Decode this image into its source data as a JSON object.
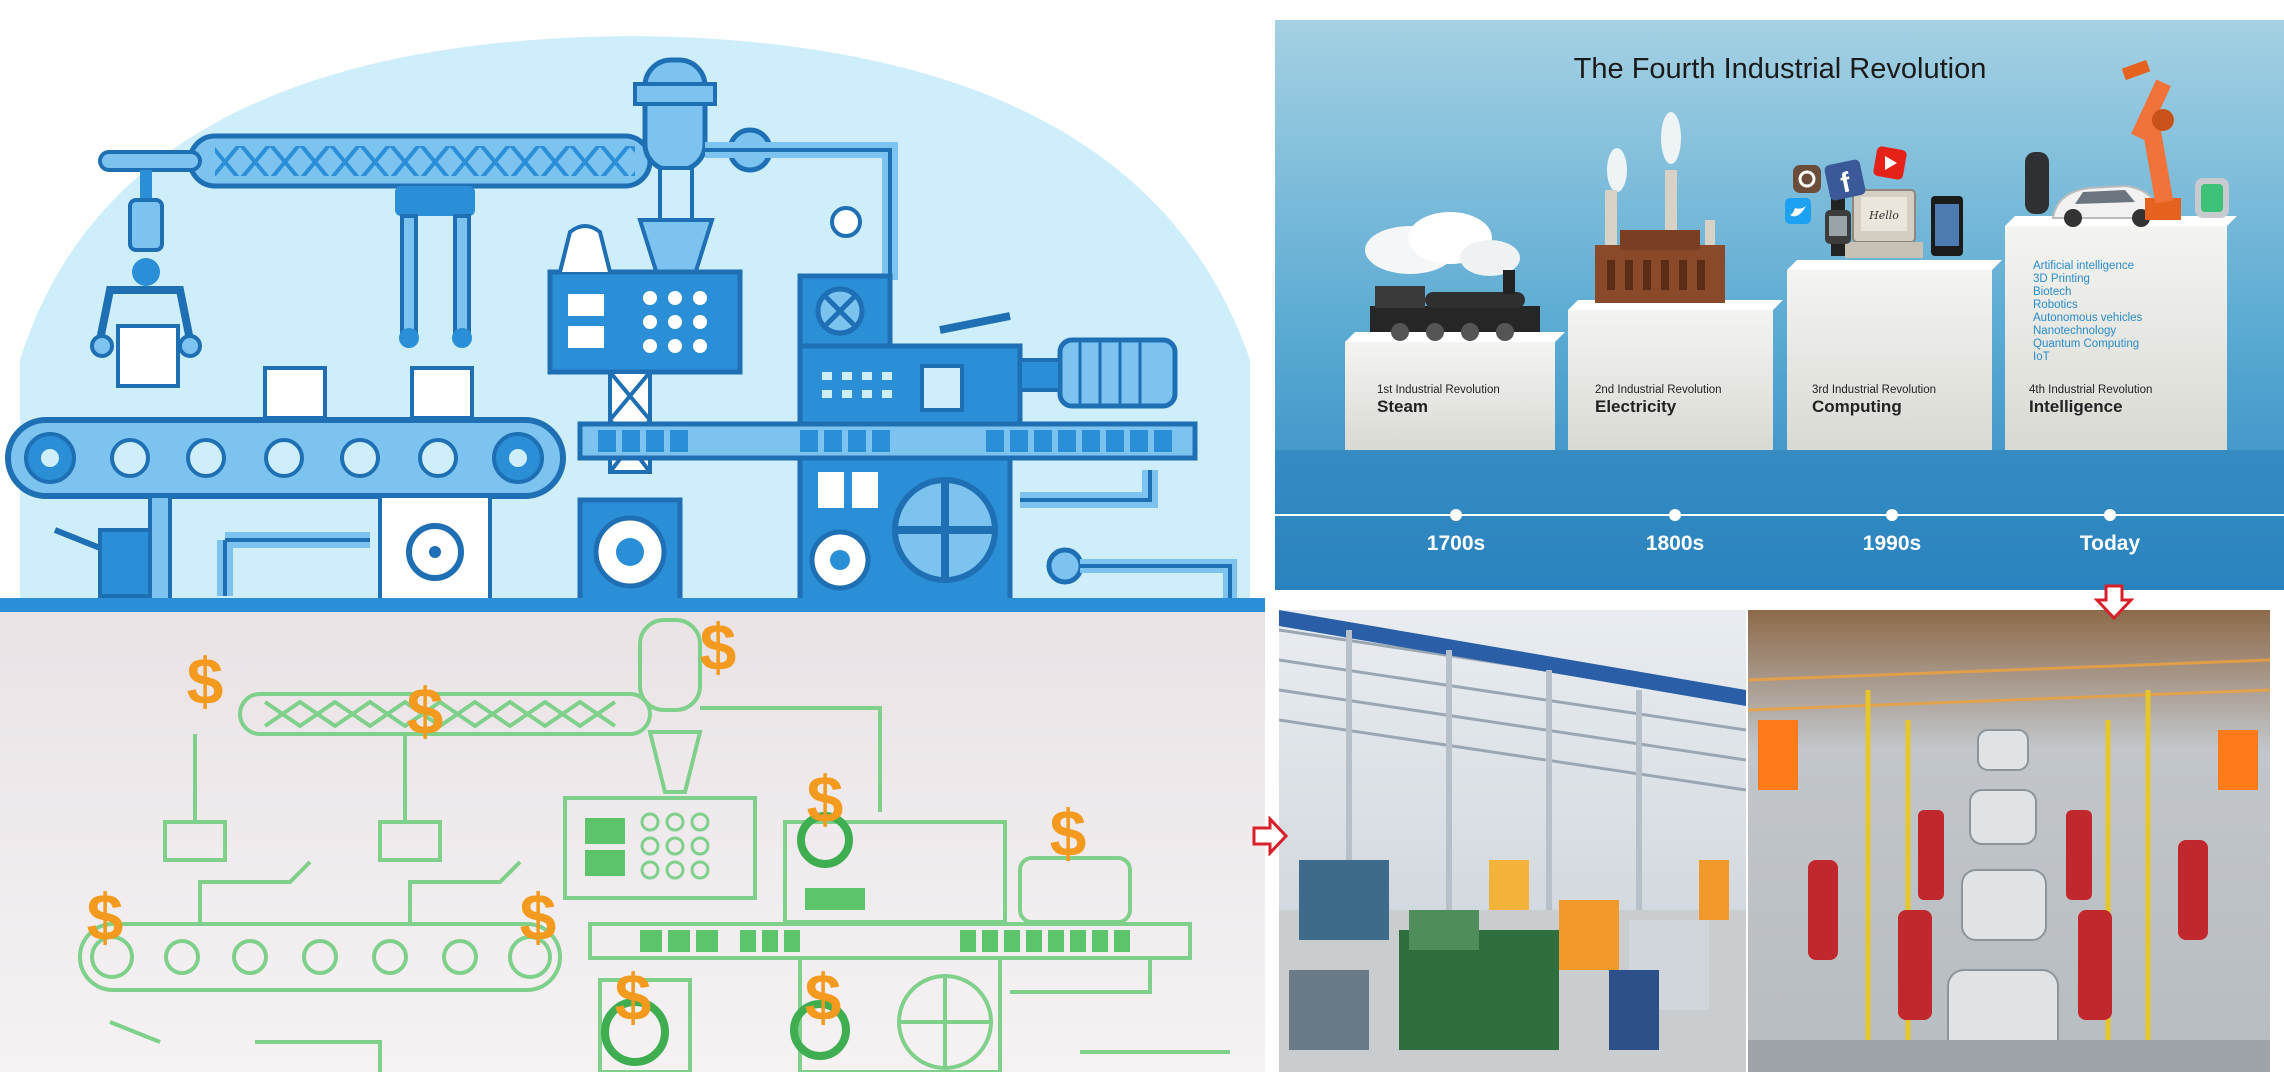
{
  "revolution": {
    "title": "The Fourth Industrial Revolution",
    "stages": [
      {
        "subtitle": "1st Industrial Revolution",
        "name": "Steam",
        "era": "1700s"
      },
      {
        "subtitle": "2nd Industrial Revolution",
        "name": "Electricity",
        "era": "1800s"
      },
      {
        "subtitle": "3rd Industrial Revolution",
        "name": "Computing",
        "era": "1990s"
      },
      {
        "subtitle": "4th Industrial Revolution",
        "name": "Intelligence",
        "era": "Today"
      }
    ],
    "technologies": [
      "Artificial intelligence",
      "3D Printing",
      "Biotech",
      "Robotics",
      "Autonomous vehicles",
      "Nanotechnology",
      "Quantum Computing",
      "IoT"
    ],
    "computer_screen_text": "Hello"
  },
  "money_symbol": "$",
  "colors": {
    "machine_blue": "#2b8fd8",
    "machine_light": "#cfeefb",
    "money_green": "#5cc46a",
    "money_orange": "#f39a1f",
    "revo_bg": "#3a93c6",
    "tech_text": "#2a8cc8",
    "marker_red": "#d8202a"
  },
  "icons": [
    "factory-machine-illustration",
    "money-machine-illustration",
    "steam-train-icon",
    "power-plant-icon",
    "computer-icon",
    "robot-arm-icon",
    "electric-car-icon",
    "twitter-icon",
    "facebook-icon",
    "youtube-icon",
    "instagram-icon",
    "smartphone-icon",
    "smartwatch-icon",
    "smart-speaker-icon",
    "red-arrow-right-icon",
    "red-arrow-down-icon"
  ]
}
